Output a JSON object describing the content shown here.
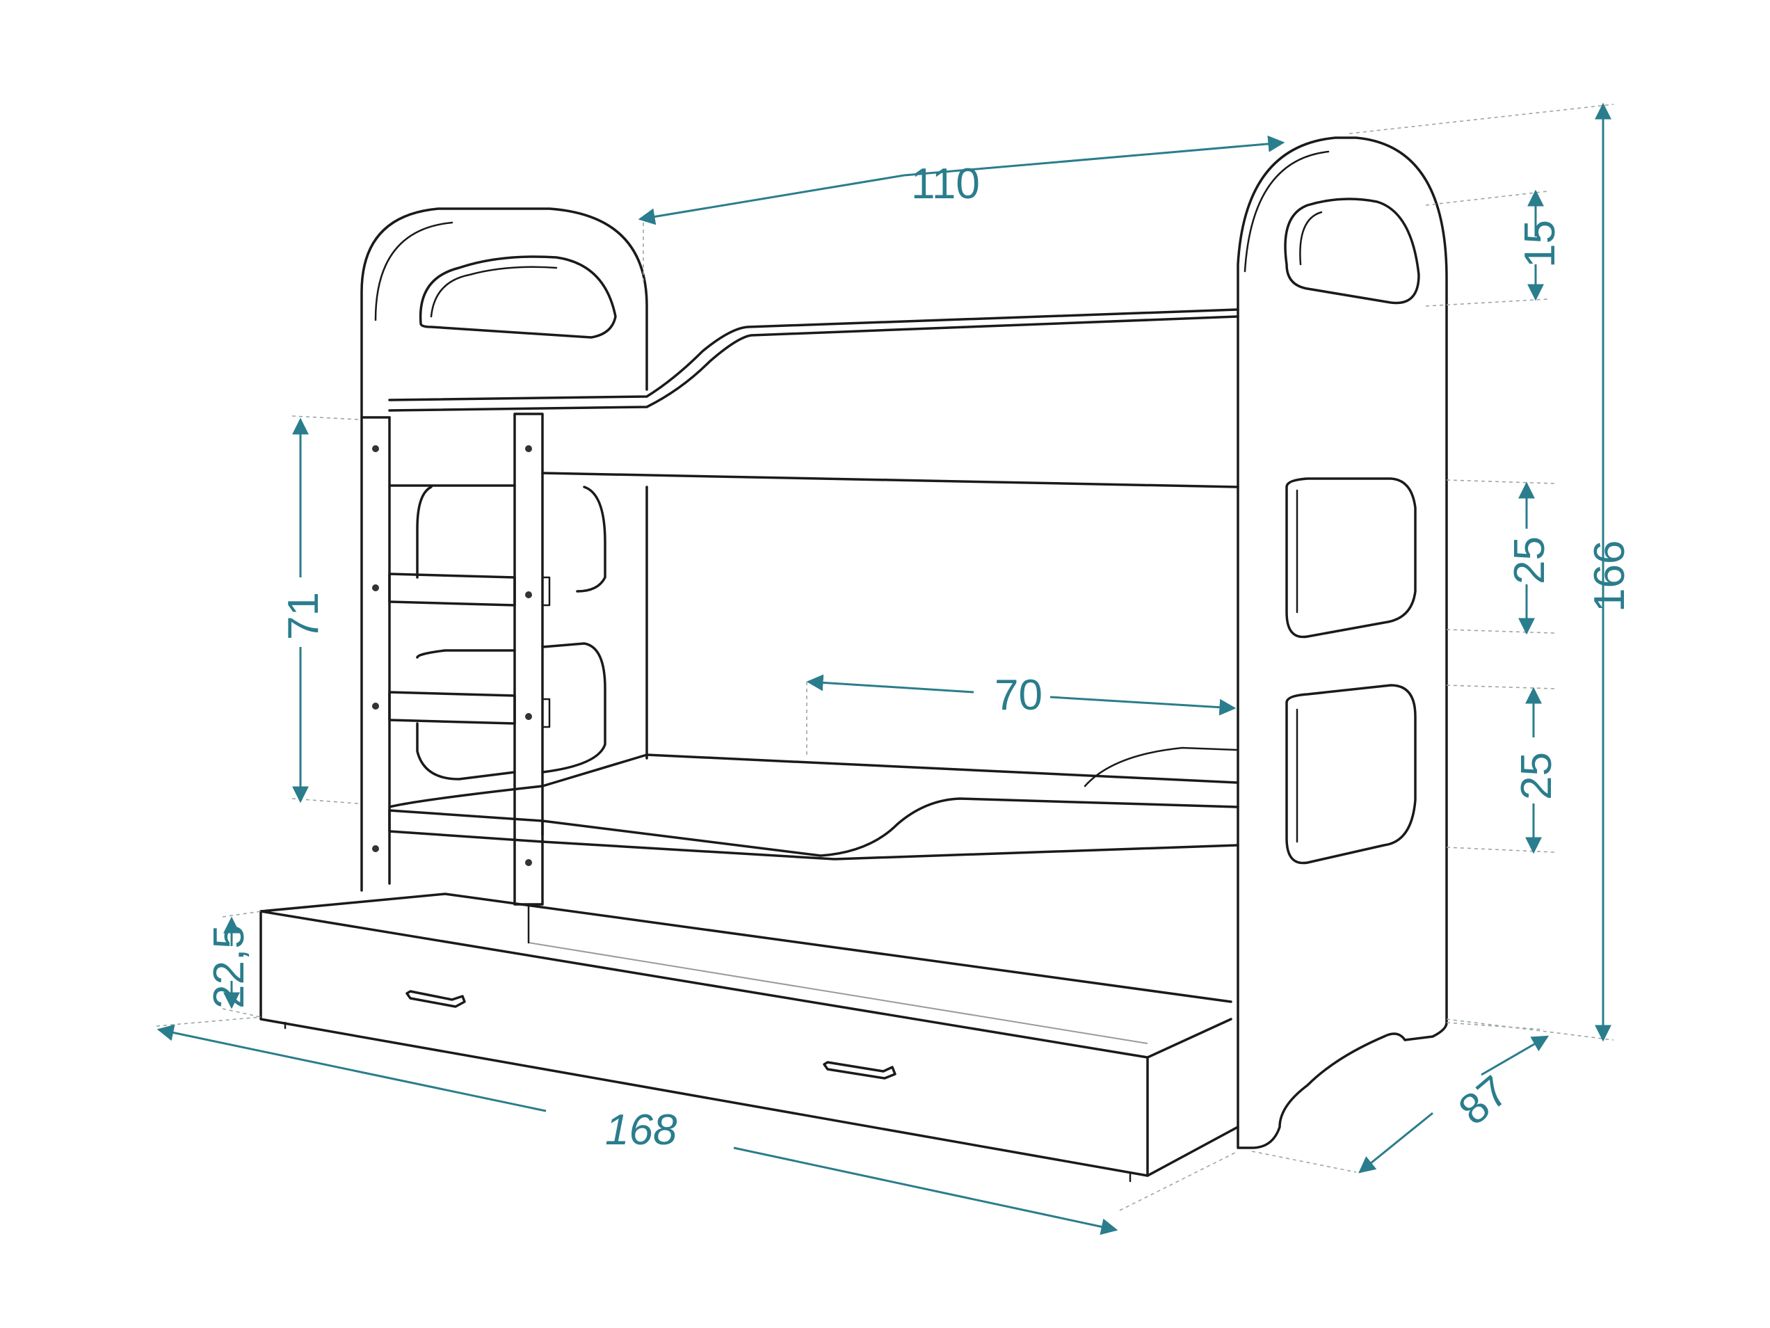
{
  "colors": {
    "dimension": "#2a7d8c",
    "outline": "#1a1a1a",
    "background": "#ffffff"
  },
  "dimensions": {
    "top_width": "110",
    "total_height": "166",
    "top_window": "15",
    "upper_window": "25",
    "lower_window": "25",
    "ladder_height": "71",
    "rail_length": "70",
    "drawer_height": "22,5",
    "length": "168",
    "depth": "87"
  }
}
